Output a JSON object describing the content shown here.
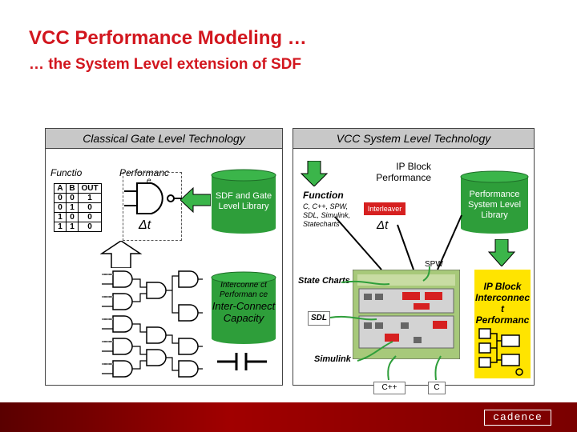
{
  "header": {
    "title": "VCC Performance Modeling …",
    "subtitle": "… the System Level extension of SDF"
  },
  "left_panel": {
    "heading": "Classical Gate Level Technology",
    "function_label": "Functio",
    "performance_label": "Performanc",
    "performance_suffix": "e",
    "delta_t": "Δt",
    "sdf_box": "SDF and Gate Level Library",
    "truth_table": {
      "headers": [
        "A",
        "B",
        "OUT"
      ],
      "rows": [
        [
          "0",
          "0",
          "1"
        ],
        [
          "0",
          "1",
          "0"
        ],
        [
          "1",
          "0",
          "0"
        ],
        [
          "1",
          "1",
          "0"
        ]
      ]
    },
    "interconnect_perf": "Interconne ct Performan ce",
    "inter_connect_capacity": "Inter-Connect Capacity"
  },
  "right_panel": {
    "heading": "VCC System Level Technology",
    "ip_block_perf": "IP Block Performance",
    "function_label": "Function",
    "function_langs": "C, C++, SPW, SDL, Simulink, Statecharts",
    "interleaver": "Interleaver",
    "delta_t": "Δt",
    "perf_library": "Performance System Level Library",
    "spw": "SPW",
    "statecharts": "State Charts",
    "sdl": "SDL",
    "simulink": "Simulink",
    "ip_interconnect": "IP Block Interconnec t Performanc",
    "cpp": "C++",
    "c": "C"
  },
  "footer": {
    "logo": "cadence"
  },
  "colors": {
    "title_red": "#d2161e",
    "box_green": "#2e9e3a",
    "box_red": "#d62020",
    "footer_red": "#8b0000"
  }
}
